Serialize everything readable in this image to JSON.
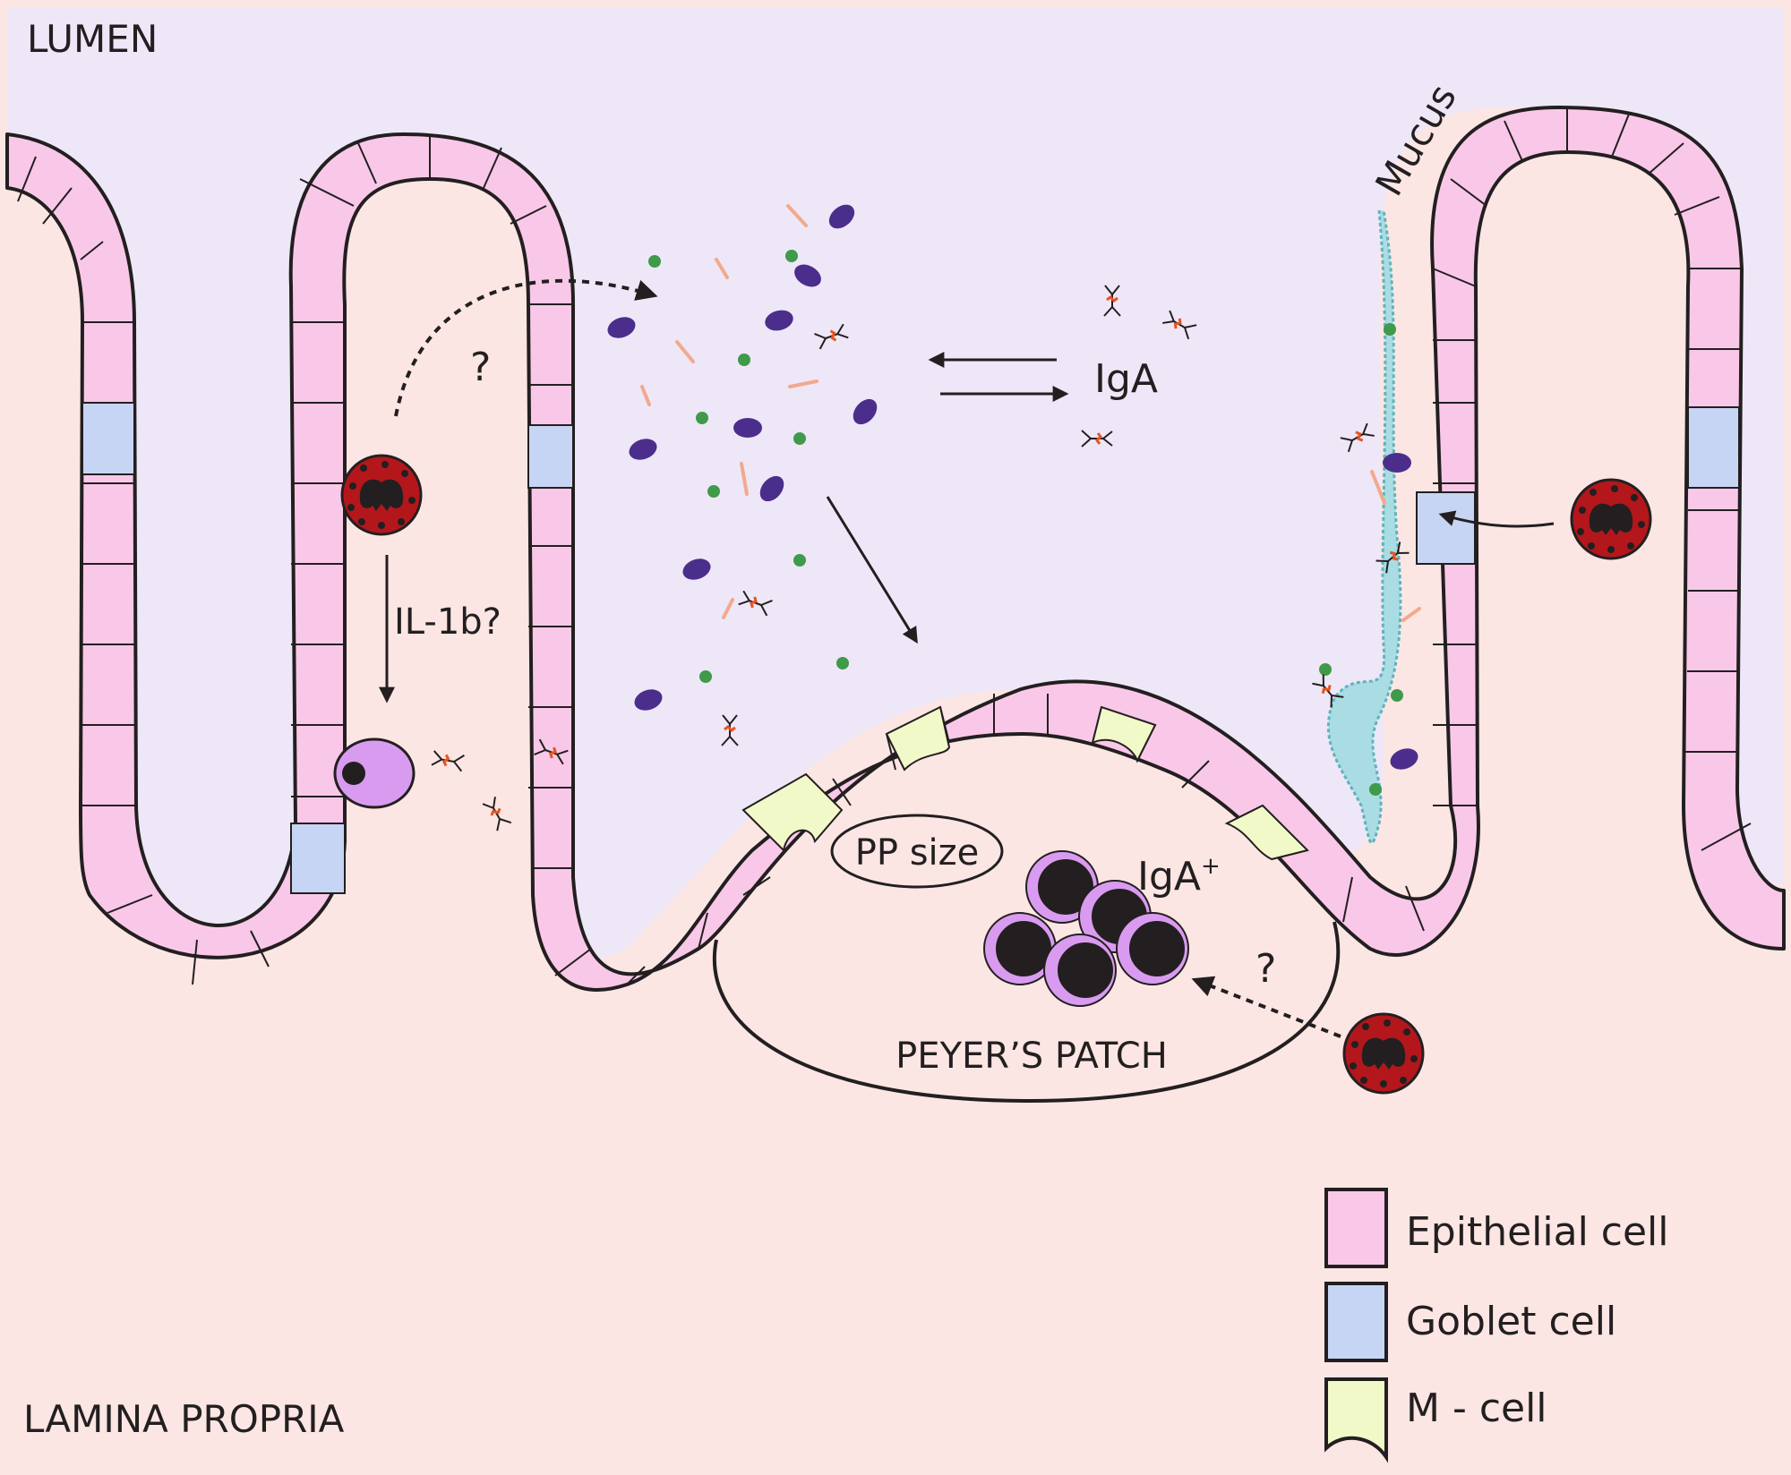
{
  "regions": {
    "lumen": "LUMEN",
    "lamina_propria": "LAMINA PROPRIA"
  },
  "labels": {
    "mucus": "Mucus",
    "iga": "IgA",
    "il1b": "IL-1b?",
    "question_upper": "?",
    "question_lower": "?",
    "pp_size": "PP size",
    "iga_plus_base": "IgA",
    "iga_plus_sup": "+",
    "peyers_patch": "PEYER’S PATCH"
  },
  "legend": {
    "items": [
      {
        "label": "Epithelial cell",
        "color": "#f9c8e8"
      },
      {
        "label": "Goblet cell",
        "color": "#c7d5f4"
      },
      {
        "label": "M - cell",
        "color": "#f2f9c9"
      }
    ]
  },
  "colors": {
    "lumen_bg": "#eee7f8",
    "lamina_bg": "#fbe6e4",
    "epithelial": "#f9c8e8",
    "goblet": "#c7d5f4",
    "m_cell": "#f2f9c9",
    "bacteria_purple": "#4b2e8c",
    "bacteria_green": "#3f9a4a",
    "filament": "#f3a98c",
    "neutrophil": "#b3171b",
    "plasma_cell": "#d99bf0",
    "mucus": "#a9dde3",
    "outline": "#231f20"
  },
  "icons": [
    "neutrophil-icon",
    "plasma-cell-icon",
    "antibody-icon",
    "bacterium-icon"
  ]
}
